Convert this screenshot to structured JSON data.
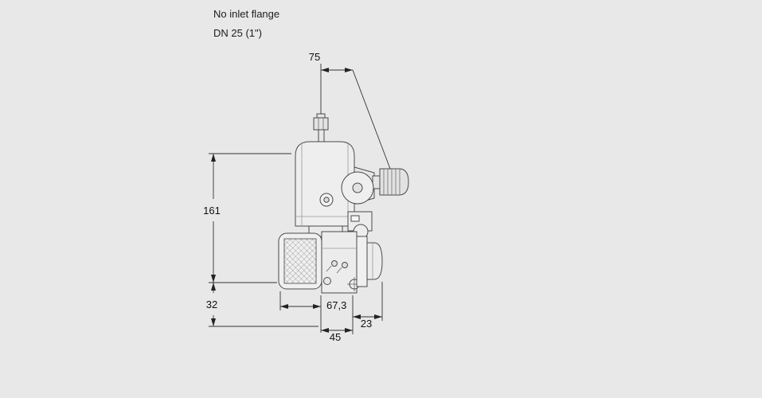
{
  "note": {
    "line1": "No inlet flange",
    "line2": "DN 25 (1\")"
  },
  "dimensions": {
    "center_to_knob": "75",
    "height_above_axis": "161",
    "height_below_axis": "32",
    "body_depth": "67,3",
    "outlet_offset": "23",
    "outlet_width": "45"
  },
  "colors": {
    "background": "#e8e8e8",
    "drawing_line": "#4a4a4a",
    "dimension_text": "#111111"
  }
}
